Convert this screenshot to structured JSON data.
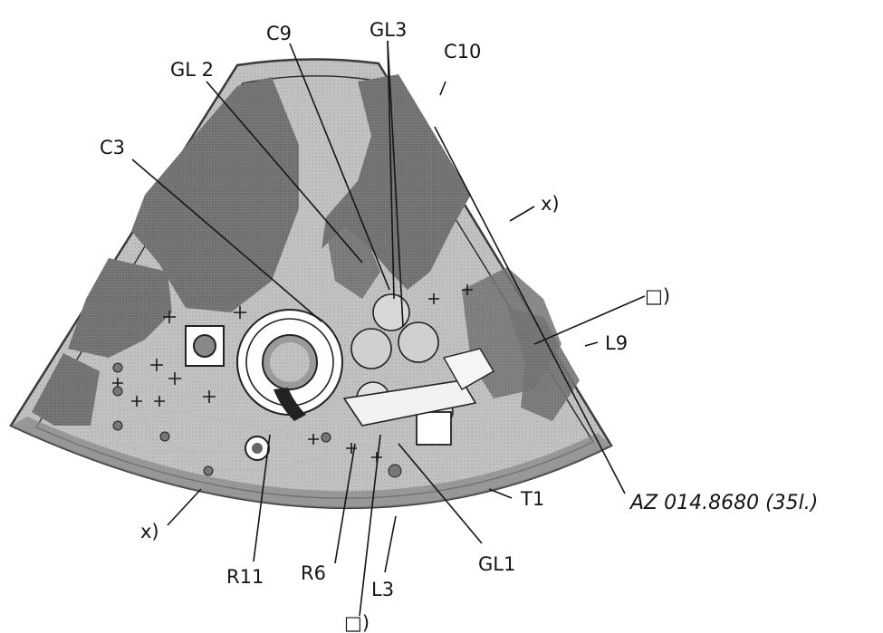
{
  "labels": {
    "c9": "C9",
    "gl3": "GL3",
    "c10": "C10",
    "gl2": "GL 2",
    "c3": "C3",
    "x_top": "x)",
    "box_top": "□)",
    "l9": "L9",
    "az": "AZ 014.8680 (35l.)",
    "t1": "T1",
    "x_bottom": "x)",
    "r11": "R11",
    "r6": "R6",
    "gl1": "GL1",
    "l3": "L3",
    "box_bottom": "□)"
  },
  "colors": {
    "board": "#c9c9c9",
    "copper": "#7c7c7c",
    "ink": "#141414",
    "background": "#ffffff"
  }
}
